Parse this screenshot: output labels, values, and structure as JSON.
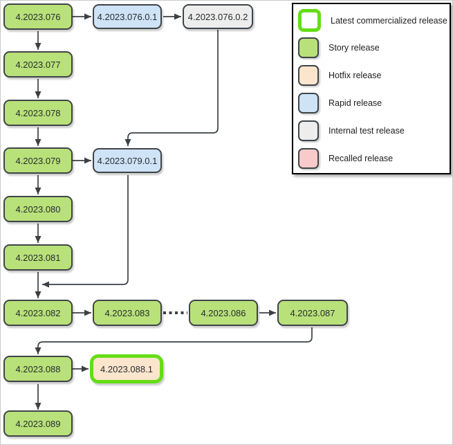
{
  "diagram": {
    "nodes": [
      {
        "id": "4.2023.076",
        "label": "4.2023.076",
        "type": "story"
      },
      {
        "id": "4.2023.076.0.1",
        "label": "4.2023.076.0.1",
        "type": "rapid"
      },
      {
        "id": "4.2023.076.0.2",
        "label": "4.2023.076.0.2",
        "type": "internal"
      },
      {
        "id": "4.2023.077",
        "label": "4.2023.077",
        "type": "story"
      },
      {
        "id": "4.2023.078",
        "label": "4.2023.078",
        "type": "story"
      },
      {
        "id": "4.2023.079",
        "label": "4.2023.079",
        "type": "story"
      },
      {
        "id": "4.2023.079.0.1",
        "label": "4.2023.079.0.1",
        "type": "rapid"
      },
      {
        "id": "4.2023.080",
        "label": "4.2023.080",
        "type": "story"
      },
      {
        "id": "4.2023.081",
        "label": "4.2023.081",
        "type": "story"
      },
      {
        "id": "4.2023.082",
        "label": "4.2023.082",
        "type": "story"
      },
      {
        "id": "4.2023.083",
        "label": "4.2023.083",
        "type": "story"
      },
      {
        "id": "4.2023.086",
        "label": "4.2023.086",
        "type": "story"
      },
      {
        "id": "4.2023.087",
        "label": "4.2023.087",
        "type": "story"
      },
      {
        "id": "4.2023.088",
        "label": "4.2023.088",
        "type": "story"
      },
      {
        "id": "4.2023.088.1",
        "label": "4.2023.088.1",
        "type": "hotfix",
        "latest": true
      },
      {
        "id": "4.2023.089",
        "label": "4.2023.089",
        "type": "story"
      }
    ],
    "edges": [
      {
        "from": "4.2023.076",
        "to": "4.2023.076.0.1",
        "style": "solid"
      },
      {
        "from": "4.2023.076.0.1",
        "to": "4.2023.076.0.2",
        "style": "solid"
      },
      {
        "from": "4.2023.076",
        "to": "4.2023.077",
        "style": "solid"
      },
      {
        "from": "4.2023.077",
        "to": "4.2023.078",
        "style": "solid"
      },
      {
        "from": "4.2023.078",
        "to": "4.2023.079",
        "style": "solid"
      },
      {
        "from": "4.2023.079",
        "to": "4.2023.079.0.1",
        "style": "solid"
      },
      {
        "from": "4.2023.076.0.2",
        "to": "4.2023.079.0.1",
        "style": "solid"
      },
      {
        "from": "4.2023.079",
        "to": "4.2023.080",
        "style": "solid"
      },
      {
        "from": "4.2023.080",
        "to": "4.2023.081",
        "style": "solid"
      },
      {
        "from": "4.2023.081",
        "to": "4.2023.082",
        "style": "solid"
      },
      {
        "from": "4.2023.079.0.1",
        "to": "4.2023.082",
        "style": "solid"
      },
      {
        "from": "4.2023.082",
        "to": "4.2023.083",
        "style": "solid"
      },
      {
        "from": "4.2023.083",
        "to": "4.2023.086",
        "style": "dotted"
      },
      {
        "from": "4.2023.086",
        "to": "4.2023.087",
        "style": "solid"
      },
      {
        "from": "4.2023.087",
        "to": "4.2023.088",
        "style": "solid"
      },
      {
        "from": "4.2023.088",
        "to": "4.2023.088.1",
        "style": "solid"
      },
      {
        "from": "4.2023.088",
        "to": "4.2023.089",
        "style": "solid"
      }
    ]
  },
  "legend": {
    "items": [
      {
        "type": "latest",
        "label": "Latest commercialized release"
      },
      {
        "type": "story",
        "label": "Story release"
      },
      {
        "type": "hotfix",
        "label": "Hotfix release"
      },
      {
        "type": "rapid",
        "label": "Rapid release"
      },
      {
        "type": "internal",
        "label": "Internal test release"
      },
      {
        "type": "recalled",
        "label": "Recalled release"
      }
    ]
  },
  "colors": {
    "story": "#b9e17a",
    "hotfix": "#fce5cd",
    "rapid": "#cfe3f7",
    "internal": "#ededed",
    "recalled": "#f9caca",
    "latest_border": "#65dd16",
    "node_border": "#3f4448",
    "node_text": "#262b2e",
    "connector": "#3b4045"
  }
}
